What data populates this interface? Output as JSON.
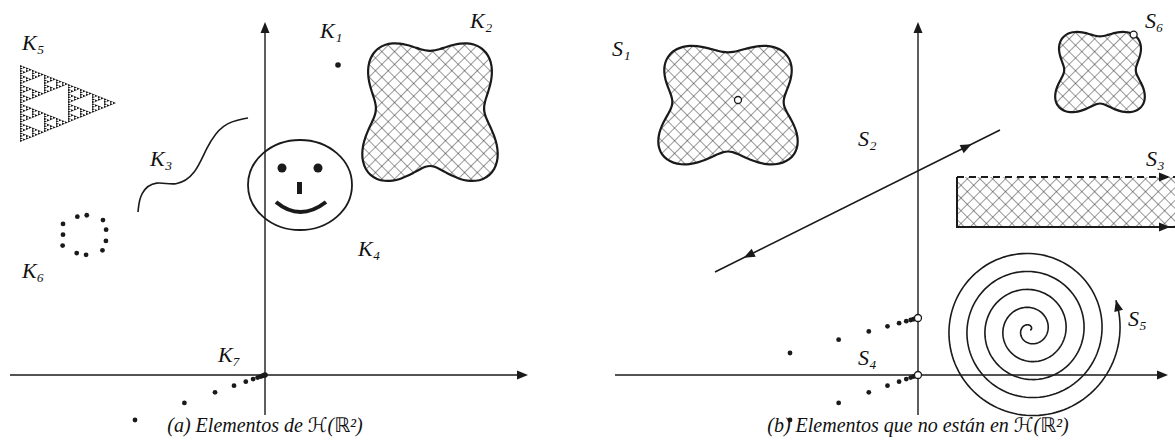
{
  "diagram": {
    "labels": [
      "K₅",
      "K₁",
      "K₂",
      "K₃",
      "K₆",
      "K₄",
      "K₇",
      "S₁",
      "S₆",
      "S₂",
      "S₃",
      "S₄",
      "S₅",
      "(a) Elementos de ℋ(ℝ²)",
      "(b) Elementos que no están en ℋ(ℝ²)"
    ]
  }
}
